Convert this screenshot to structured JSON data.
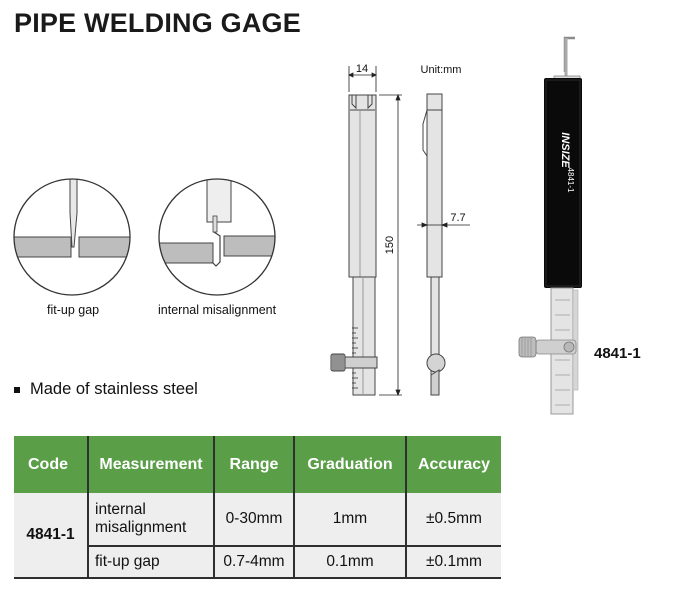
{
  "title": "PIPE WELDING GAGE",
  "unit_label": "Unit:mm",
  "dimensions": {
    "width": "14",
    "length": "150",
    "thickness": "7.7"
  },
  "illustrations": [
    {
      "caption": "fit-up gap"
    },
    {
      "caption": "internal misalignment"
    }
  ],
  "feature": "Made of stainless steel",
  "model_label": "4841-1",
  "product_brand": "INSIZE",
  "product_code": "4841-1",
  "table": {
    "headers": [
      "Code",
      "Measurement",
      "Range",
      "Graduation",
      "Accuracy"
    ],
    "code": "4841-1",
    "rows": [
      {
        "measurement": "internal misalignment",
        "range": "0-30mm",
        "graduation": "1mm",
        "accuracy": "±0.5mm"
      },
      {
        "measurement": "fit-up gap",
        "range": "0.7-4mm",
        "graduation": "0.1mm",
        "accuracy": "±0.1mm"
      }
    ]
  },
  "colors": {
    "header_green": "#5a9e48",
    "row_bg": "#eeeeee",
    "body_black": "#0a0a0a"
  }
}
